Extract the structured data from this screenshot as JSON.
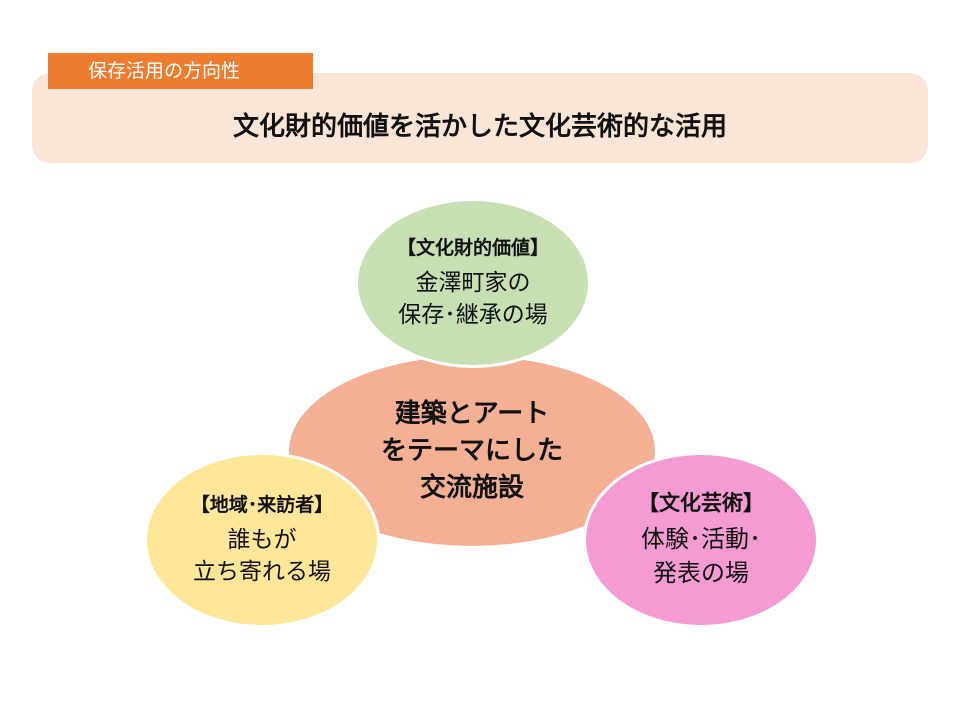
{
  "header": {
    "tag_label": "保存活用の方向性",
    "title": "文化財的価値を活かした文化芸術的な活用"
  },
  "diagram": {
    "center": {
      "lines": [
        "建築とアート",
        "をテーマにした",
        "交流施設"
      ]
    },
    "top": {
      "heading": "【文化財的価値】",
      "lines": [
        "金澤町家の",
        "保存･継承の場"
      ]
    },
    "left": {
      "heading": "【地域･来訪者】",
      "lines": [
        "誰もが",
        "立ち寄れる場"
      ]
    },
    "right": {
      "heading": "【文化芸術】",
      "lines": [
        "体験･活動･",
        "発表の場"
      ]
    }
  },
  "colors": {
    "tag": "#ec7c30",
    "banner": "#fbe5d6",
    "center": "#f4b095",
    "top": "#c6e0b4",
    "left": "#ffe699",
    "right": "#f59bd3"
  }
}
